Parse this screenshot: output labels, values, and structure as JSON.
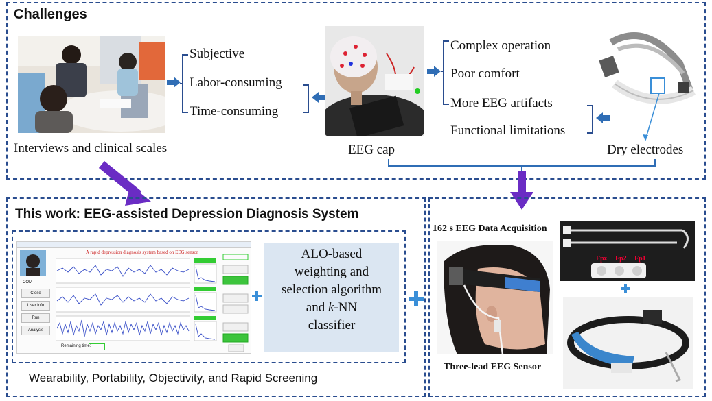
{
  "challenges": {
    "title": "Challenges",
    "interviews_caption": "Interviews and clinical scales",
    "eeg_cap_caption": "EEG cap",
    "dry_electrodes_caption": "Dry electrodes",
    "interview_issues": [
      "Subjective",
      "Labor-consuming",
      "Time-consuming"
    ],
    "cap_issues": [
      "Complex operation",
      "Poor comfort",
      "More EEG artifacts"
    ],
    "dry_issue": "Functional limitations"
  },
  "this_work": {
    "title": "This work: EEG-assisted Depression Diagnosis System",
    "software_title": "A rapid depression diagnosis system based on  EEG sensor",
    "software_buttons": [
      "Close",
      "User Info",
      "Run",
      "Analysis"
    ],
    "software_status": "Remaining time:",
    "algorithm_text": [
      "ALO-based",
      "weighting and",
      "selection algorithm",
      "and"
    ],
    "algorithm_knn": "k",
    "algorithm_knn_rest": "-NN",
    "algorithm_last": "classifier",
    "features_caption": "Wearability, Portability, Objectivity, and Rapid Screening"
  },
  "sensor": {
    "acquisition_title": "162 s EEG Data Acquisition",
    "sensor_caption": "Three-lead EEG Sensor",
    "electrode_labels": [
      "Fpz",
      "Fp2",
      "Fp1"
    ]
  },
  "colors": {
    "dashed_border": "#2a4d8f",
    "arrow_blue": "#2f6db5",
    "arrow_purple": "#6a2cc4",
    "algorithm_bg": "#dbe6f2"
  }
}
